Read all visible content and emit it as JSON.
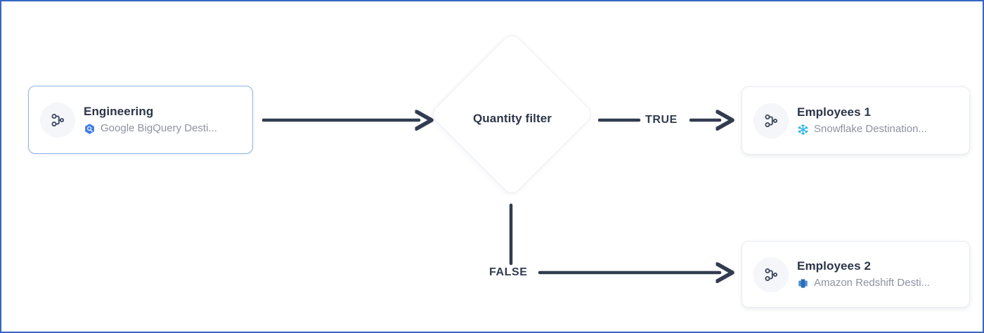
{
  "canvas": {
    "border_color": "#3566c4",
    "background": "#ffffff"
  },
  "nodes": [
    {
      "id": "source",
      "title": "Engineering",
      "connector_label": "Google BigQuery Desti...",
      "connector_icon": "google-bigquery-icon",
      "node_icon": "pipeline-branch-icon",
      "selected": true,
      "border_color": "#8fb4ea"
    },
    {
      "id": "filter",
      "title": "Quantity filter",
      "shape": "diamond"
    },
    {
      "id": "dest_true",
      "title": "Employees 1",
      "connector_label": "Snowflake Destination...",
      "connector_icon": "snowflake-icon",
      "node_icon": "pipeline-branch-icon",
      "selected": false,
      "border_color": "#e9ecf1"
    },
    {
      "id": "dest_false",
      "title": "Employees 2",
      "connector_label": "Amazon Redshift Desti...",
      "connector_icon": "amazon-redshift-icon",
      "node_icon": "pipeline-branch-icon",
      "selected": false,
      "border_color": "#e9ecf1"
    }
  ],
  "edges": [
    {
      "id": "source-to-filter",
      "label": ""
    },
    {
      "id": "filter-to-true",
      "label": "TRUE"
    },
    {
      "id": "filter-to-false",
      "label": "FALSE"
    }
  ],
  "colors": {
    "edge": "#323c50",
    "title_text": "#2c3548",
    "subtitle_text": "#8c93a1",
    "avatar_bg": "#f4f6f9",
    "bigquery_blue": "#3f7de8",
    "snowflake_blue": "#29b5e8",
    "redshift_blue": "#3d7fc1"
  }
}
